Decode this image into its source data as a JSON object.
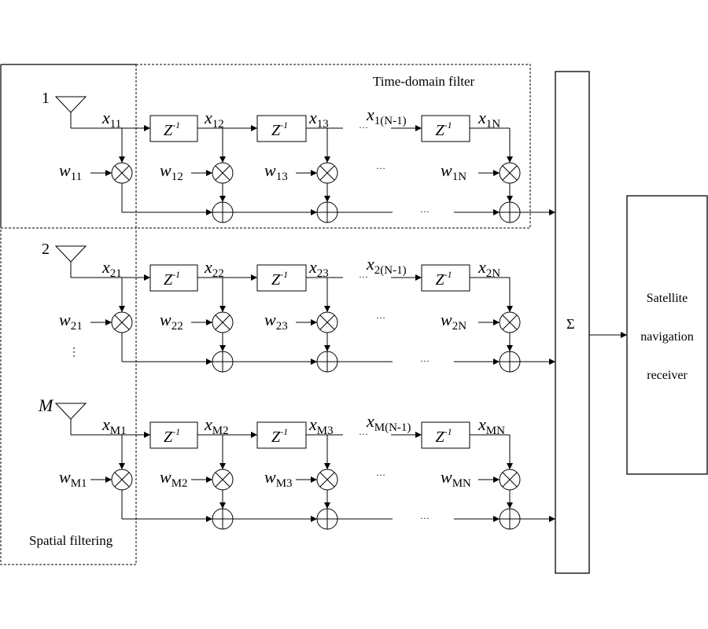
{
  "diagram": {
    "title_time_domain": "Time-domain filter",
    "title_spatial": "Spatial filtering",
    "summer_symbol": "Σ",
    "receiver_lines": [
      "Satellite",
      "navigation",
      "receiver"
    ],
    "delay_label": "Z",
    "delay_exponent": "-1",
    "ellipsis": "···",
    "vertical_ellipsis": "⋮",
    "rows": [
      {
        "antenna_label": "1",
        "x_labels": [
          {
            "base": "x",
            "sub": "11",
            "sub_italic": false
          },
          {
            "base": "x",
            "sub": "12",
            "sub_italic": false
          },
          {
            "base": "x",
            "sub": "13",
            "sub_italic": false
          },
          {
            "base": "x",
            "sub": "1(N-1)",
            "sub_italic": false
          },
          {
            "base": "x",
            "sub": "1N",
            "sub_italic": false
          }
        ],
        "w_labels": [
          {
            "base": "w",
            "sub": "11"
          },
          {
            "base": "w",
            "sub": "12"
          },
          {
            "base": "w",
            "sub": "13"
          },
          {
            "base": "w",
            "sub": "1N"
          }
        ]
      },
      {
        "antenna_label": "2",
        "x_labels": [
          {
            "base": "x",
            "sub": "21",
            "sub_italic": false
          },
          {
            "base": "x",
            "sub": "22",
            "sub_italic": false
          },
          {
            "base": "x",
            "sub": "23",
            "sub_italic": false
          },
          {
            "base": "x",
            "sub": "2(N-1)",
            "sub_italic": false
          },
          {
            "base": "x",
            "sub": "2N",
            "sub_italic": false
          }
        ],
        "w_labels": [
          {
            "base": "w",
            "sub": "21"
          },
          {
            "base": "w",
            "sub": "22"
          },
          {
            "base": "w",
            "sub": "23"
          },
          {
            "base": "w",
            "sub": "2N"
          }
        ]
      },
      {
        "antenna_label": "M",
        "x_labels": [
          {
            "base": "x",
            "sub": "M1",
            "sub_italic": false
          },
          {
            "base": "x",
            "sub": "M2",
            "sub_italic": false
          },
          {
            "base": "x",
            "sub": "M3",
            "sub_italic": false
          },
          {
            "base": "x",
            "sub": "M(N-1)",
            "sub_italic": false
          },
          {
            "base": "x",
            "sub": "MN",
            "sub_italic": false
          }
        ],
        "w_labels": [
          {
            "base": "w",
            "sub": "M1"
          },
          {
            "base": "w",
            "sub": "M2"
          },
          {
            "base": "w",
            "sub": "M3"
          },
          {
            "base": "w",
            "sub": "MN"
          }
        ]
      }
    ]
  }
}
